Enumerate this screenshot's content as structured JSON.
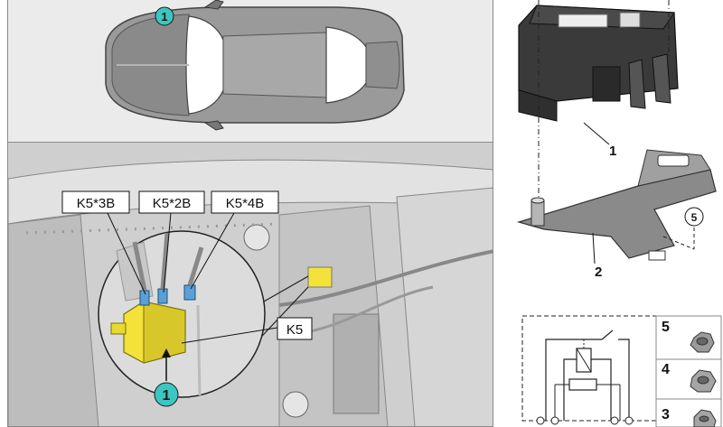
{
  "vehicle_view": {
    "callout_marker": "1"
  },
  "engine_bay_view": {
    "callouts": {
      "k5_3b": "K5*3B",
      "k5_2b": "K5*2B",
      "k5_4b": "K5*4B",
      "k5": "K5"
    },
    "callout_marker": "1"
  },
  "exploded_view": {
    "part_relay": "1",
    "part_bracket": "2",
    "part_nut_ref": "5"
  },
  "fastener_table": {
    "rows": [
      "5",
      "4",
      "3"
    ]
  },
  "colors": {
    "badge": "#3cc6c0",
    "relay_yellow": "#f2e23a",
    "connector_blue": "#5aa0d8",
    "panel_border": "#8a8a8a"
  }
}
